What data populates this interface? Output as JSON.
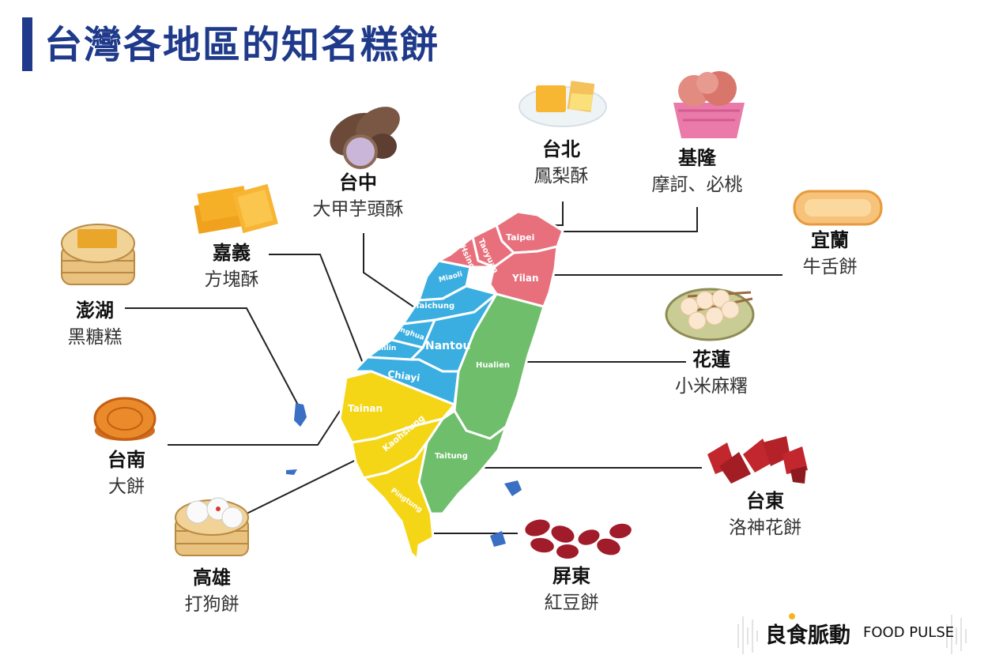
{
  "title": "台灣各地區的知名糕餅",
  "regions": {
    "taipei": "Taipei",
    "taoyuan": "Taoyuan",
    "hsinchu": "Hsinchu",
    "yilan": "Yilan",
    "miaoli": "Miaoli",
    "taichung": "Taichung",
    "changhua": "Changhua",
    "yunlin": "Yunlin",
    "nantou": "Nantou",
    "chiayi": "Chiayi",
    "hualien": "Hualien",
    "tainan": "Tainan",
    "kaohsiung": "Kaohsiung",
    "taitung": "Taitung",
    "pingtung": "Pingtung"
  },
  "colors": {
    "north": "#e8707c",
    "central": "#3aaee0",
    "east": "#6fbe6c",
    "south": "#f5d617",
    "islands": "#3b6fc4",
    "title": "#1f3a8a"
  },
  "labels": {
    "taipei": {
      "city": "台北",
      "food": "鳳梨酥"
    },
    "keelung": {
      "city": "基隆",
      "food": "摩訶、必桃"
    },
    "yilan": {
      "city": "宜蘭",
      "food": "牛舌餅"
    },
    "hualien": {
      "city": "花蓮",
      "food": "小米麻糬"
    },
    "taitung": {
      "city": "台東",
      "food": "洛神花餅"
    },
    "pingtung": {
      "city": "屏東",
      "food": "紅豆餅"
    },
    "kaohsiung": {
      "city": "高雄",
      "food": "打狗餅"
    },
    "tainan": {
      "city": "台南",
      "food": "大餅"
    },
    "penghu": {
      "city": "澎湖",
      "food": "黑糖糕"
    },
    "chiayi": {
      "city": "嘉義",
      "food": "方塊酥"
    },
    "taichung": {
      "city": "台中",
      "food": "大甲芋頭酥"
    }
  },
  "icons": [
    "pineapple-cake-icon",
    "peach-bun-icon",
    "ox-tongue-cake-icon",
    "mochi-icon",
    "roselle-icon",
    "red-bean-icon",
    "steamer-bun-icon",
    "mooncake-icon",
    "brown-sugar-cake-icon",
    "square-cracker-icon",
    "taro-icon"
  ],
  "logo": {
    "main": "良食脈動",
    "en": "FOOD PULSE"
  }
}
